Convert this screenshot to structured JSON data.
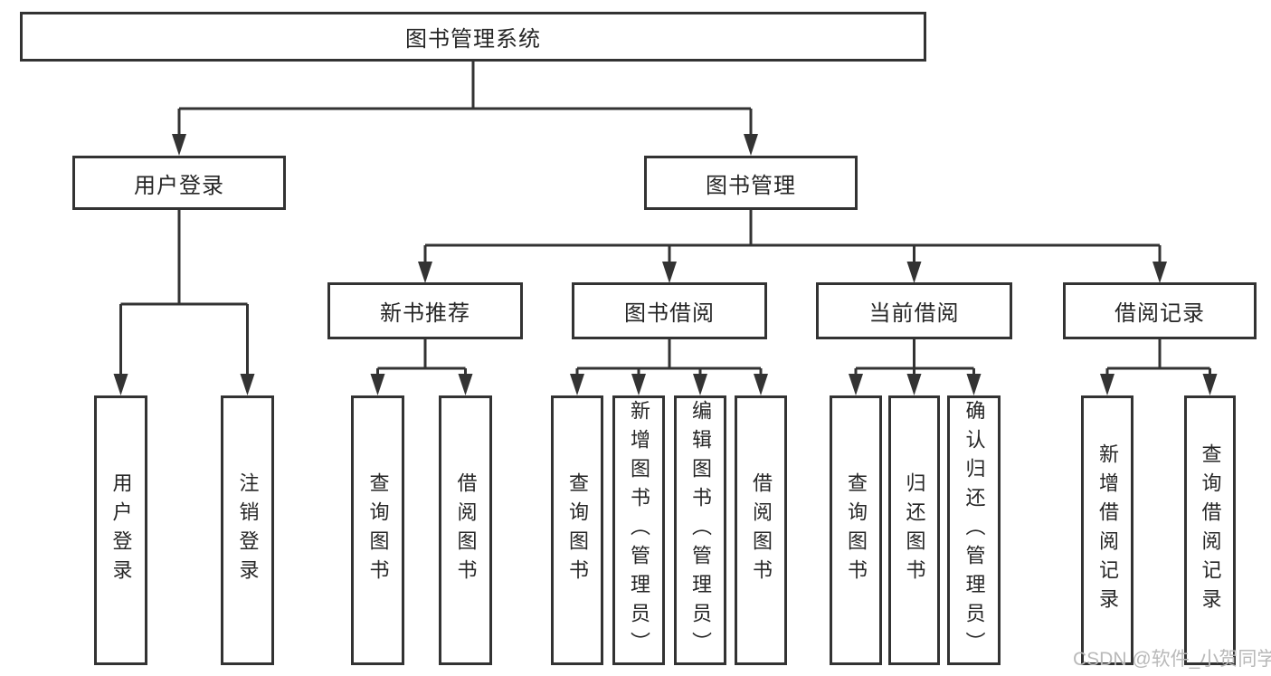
{
  "diagram_type": "hierarchy-tree",
  "colors": {
    "box_border": "#333333",
    "connector_line": "#333333",
    "box_text": "#262626",
    "background": "#ffffff",
    "watermark_text": "#b9b9b9"
  },
  "tree": {
    "root": {
      "label": "图书管理系统"
    },
    "user_login": {
      "label": "用户登录",
      "children": {
        "login": {
          "label": "用户登录"
        },
        "logout": {
          "label": "注销登录"
        }
      }
    },
    "book_mgmt": {
      "label": "图书管理",
      "children": {
        "new_book_rec": {
          "label": "新书推荐",
          "children": {
            "query_book": {
              "label": "查询图书"
            },
            "borrow_book": {
              "label": "借阅图书"
            }
          }
        },
        "book_borrow": {
          "label": "图书借阅",
          "children": {
            "query_book": {
              "label": "查询图书"
            },
            "add_book_admin": {
              "label": "新增图书（管理员）"
            },
            "edit_book_admin": {
              "label": "编辑图书（管理员）"
            },
            "borrow_book": {
              "label": "借阅图书"
            }
          }
        },
        "current_borrow": {
          "label": "当前借阅",
          "children": {
            "query_book": {
              "label": "查询图书"
            },
            "return_book": {
              "label": "归还图书"
            },
            "confirm_return_admin": {
              "label": "确认归还（管理员）"
            }
          }
        },
        "borrow_records": {
          "label": "借阅记录",
          "children": {
            "add_borrow_record": {
              "label": "新增借阅记录"
            },
            "query_borrow_record": {
              "label": "查询借阅记录"
            }
          }
        }
      }
    }
  },
  "watermark": {
    "text": "CSDN @软件_小贺同学"
  }
}
